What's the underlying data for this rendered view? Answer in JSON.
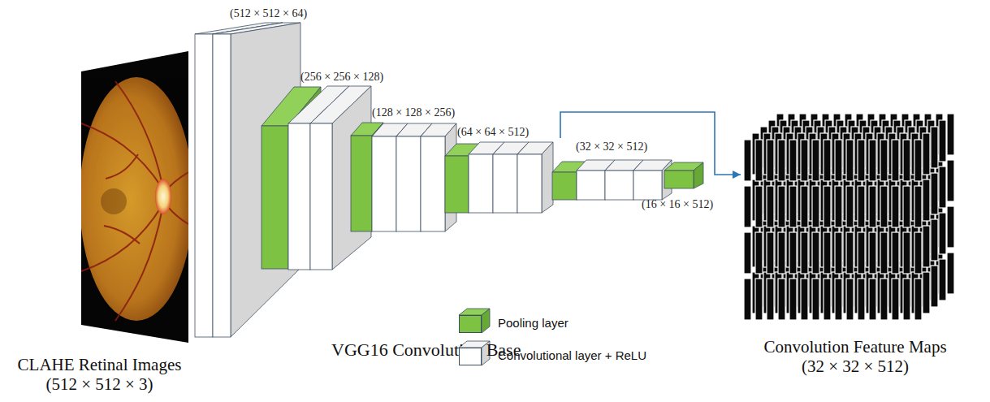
{
  "diagram": {
    "nodes": [
      {
        "text": [
          "CLAHE Retinal Images",
          "(512 × 512 × 3)"
        ]
      },
      {
        "text": [
          "(512 × 512 × 64)"
        ]
      },
      {
        "text": [
          "(256 × 256 × 128)"
        ]
      },
      {
        "text": [
          "(128 × 128 × 256)"
        ]
      },
      {
        "text": [
          "(64 × 64 × 512)"
        ]
      },
      {
        "text": [
          "(32 × 32 × 512)"
        ]
      },
      {
        "text": [
          "(16 × 16 × 512)"
        ]
      },
      {
        "text": [
          "Convolution Feature Maps",
          "(32 × 32 × 512)"
        ]
      }
    ],
    "edges": [
      {
        "from": 5,
        "to": 7,
        "arrow": "to"
      }
    ],
    "labels": [
      "VGG16 Convolution Base"
    ],
    "legend": [
      {
        "text": "Pooling layer",
        "color": "#7dc242"
      },
      {
        "text": "Convolutional layer + ReLU",
        "color": "#ffffff"
      }
    ]
  }
}
